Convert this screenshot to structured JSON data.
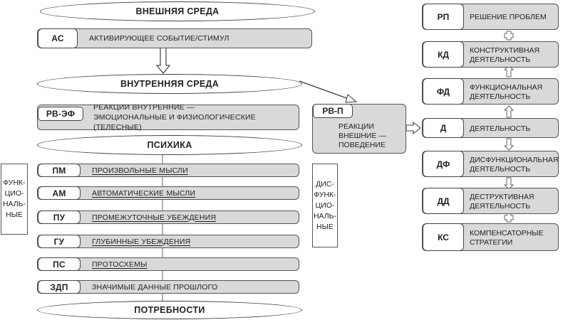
{
  "top": {
    "external": "ВНЕШНЯЯ СРЕДА",
    "internal": "ВНУТРЕННЯЯ СРЕДА",
    "psyche": "ПСИХИКА",
    "needs": "ПОТРЕБНОСТИ"
  },
  "as_bar": {
    "code": "АС",
    "label": "АКТИВИРУЮЩЕЕ СОБЫТИЕ/СТИМУЛ"
  },
  "rvef": {
    "code": "РВ-ЭФ",
    "line1": "РЕАКЦИИ ВНУТРЕННИЕ —",
    "line2": "ЭМОЦИОНАЛЬНЫЕ И ФИЗИОЛОГИЧЕСКИЕ (ТЕЛЕСНЫЕ)"
  },
  "rvp": {
    "code": "РВ-П",
    "line1": "РЕАКЦИИ",
    "line2": "ВНЕШНИЕ —",
    "line3": "ПОВЕДЕНИЕ"
  },
  "psy_bars": [
    {
      "code": "ПМ",
      "label": "ПРОИЗВОЛЬНЫЕ МЫСЛИ"
    },
    {
      "code": "АМ",
      "label": "АВТОМАТИЧЕСКИЕ МЫСЛИ"
    },
    {
      "code": "ПУ",
      "label": "ПРОМЕЖУТОЧНЫЕ УБЕЖДЕНИЯ"
    },
    {
      "code": "ГУ",
      "label": "ГЛУБИННЫЕ УБЕЖДЕНИЯ"
    },
    {
      "code": "ПС",
      "label": "ПРОТОСХЕМЫ"
    },
    {
      "code": "ЗДП",
      "label": "ЗНАЧИМЫЕ ДАННЫЕ ПРОШЛОГО"
    }
  ],
  "left_side": {
    "l1": "ФУНК-",
    "l2": "ЦИО-",
    "l3": "НАЛЬ-",
    "l4": "НЫЕ"
  },
  "right_side": {
    "l1": "ДИС-",
    "l2": "ФУНК-",
    "l3": "ЦИО-",
    "l4": "НАЛЬ-",
    "l5": "НЫЕ"
  },
  "right": [
    {
      "code": "РП",
      "line1": "РЕШЕНИЕ ПРОБЛЕМ",
      "line2": ""
    },
    {
      "code": "КД",
      "line1": "КОНСТРУКТИВНАЯ",
      "line2": "ДЕЯТЕЛЬНОСТЬ"
    },
    {
      "code": "ФД",
      "line1": "ФУНКЦИОНАЛЬНАЯ",
      "line2": "ДЕЯТЕЛЬНОСТЬ"
    },
    {
      "code": "Д",
      "line1": "ДЕЯТЕЛЬНОСТЬ",
      "line2": ""
    },
    {
      "code": "ДФ",
      "line1": "ДИСФУНКЦИОНАЛЬНАЯ",
      "line2": "ДЕЯТЕЛЬНОСТЬ"
    },
    {
      "code": "ДД",
      "line1": "ДЕСТРУКТИВНАЯ",
      "line2": "ДЕЯТЕЛЬНОСТЬ"
    },
    {
      "code": "КС",
      "line1": "КОМПЕНСАТОРНЫЕ",
      "line2": "СТРАТЕГИИ"
    }
  ]
}
